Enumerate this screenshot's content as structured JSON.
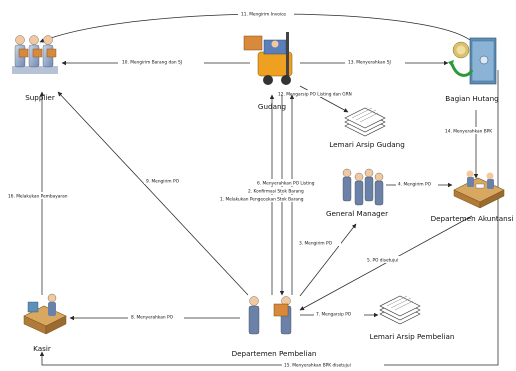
{
  "nodes": {
    "supplier": "Supplier",
    "gudang": "Gudang",
    "bagian_hutang": "Bagian Hutang",
    "lemari_gudang": "Lemari Arsip Gudang",
    "general_manager": "General Manager",
    "dept_akuntansi": "Departemen Akuntansi",
    "kasir": "Kasir",
    "dept_pembelian": "Departemen Pembelian",
    "lemari_pembelian": "Lemari Arsip Pembelian"
  },
  "edges": {
    "e1": "1. Melakukan Pengecekan Stok Barang",
    "e2": "2. Konfirmasi Stok Barang",
    "e3": "3. Mengirim PO",
    "e4": "4. Mengirim PO",
    "e5": "5. PO disetujui",
    "e6": "6. Menyerahkan PO Listing",
    "e7": "7. Mengarsip PO",
    "e8": "8. Menyerahkan PO",
    "e9": "9. Mengirim PO",
    "e10": "10. Mengirim Barang dan SJ",
    "e11": "11. Mengirim Invoice",
    "e12": "12. Mengarsip PO Listing dan GRN",
    "e13": "13. Menyerahkan SJ",
    "e14": "14. Menyerahkan BPK",
    "e15": "15. Menyerahkan BPK disetujui",
    "e16": "16. Melakukan Pembayaran"
  }
}
